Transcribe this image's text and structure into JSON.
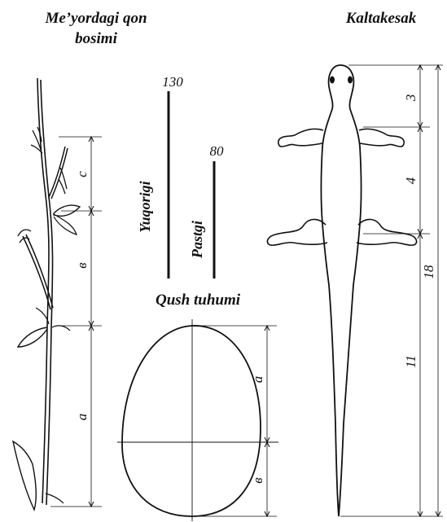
{
  "titles": {
    "blood_pressure_line1": "Me’yordagi qon",
    "blood_pressure_line2": "bosimi",
    "lizard": "Kaltakesak",
    "egg": "Qush tuhumi"
  },
  "blood_pressure": {
    "upper": {
      "label": "Yuqorigi",
      "value": "130"
    },
    "lower": {
      "label": "Pastgi",
      "value": "80"
    }
  },
  "plant": {
    "segments": [
      "c",
      "в",
      "a"
    ]
  },
  "egg": {
    "segments": [
      "a",
      "в"
    ]
  },
  "lizard": {
    "segments": [
      "3",
      "4",
      "11"
    ],
    "total": "18"
  }
}
